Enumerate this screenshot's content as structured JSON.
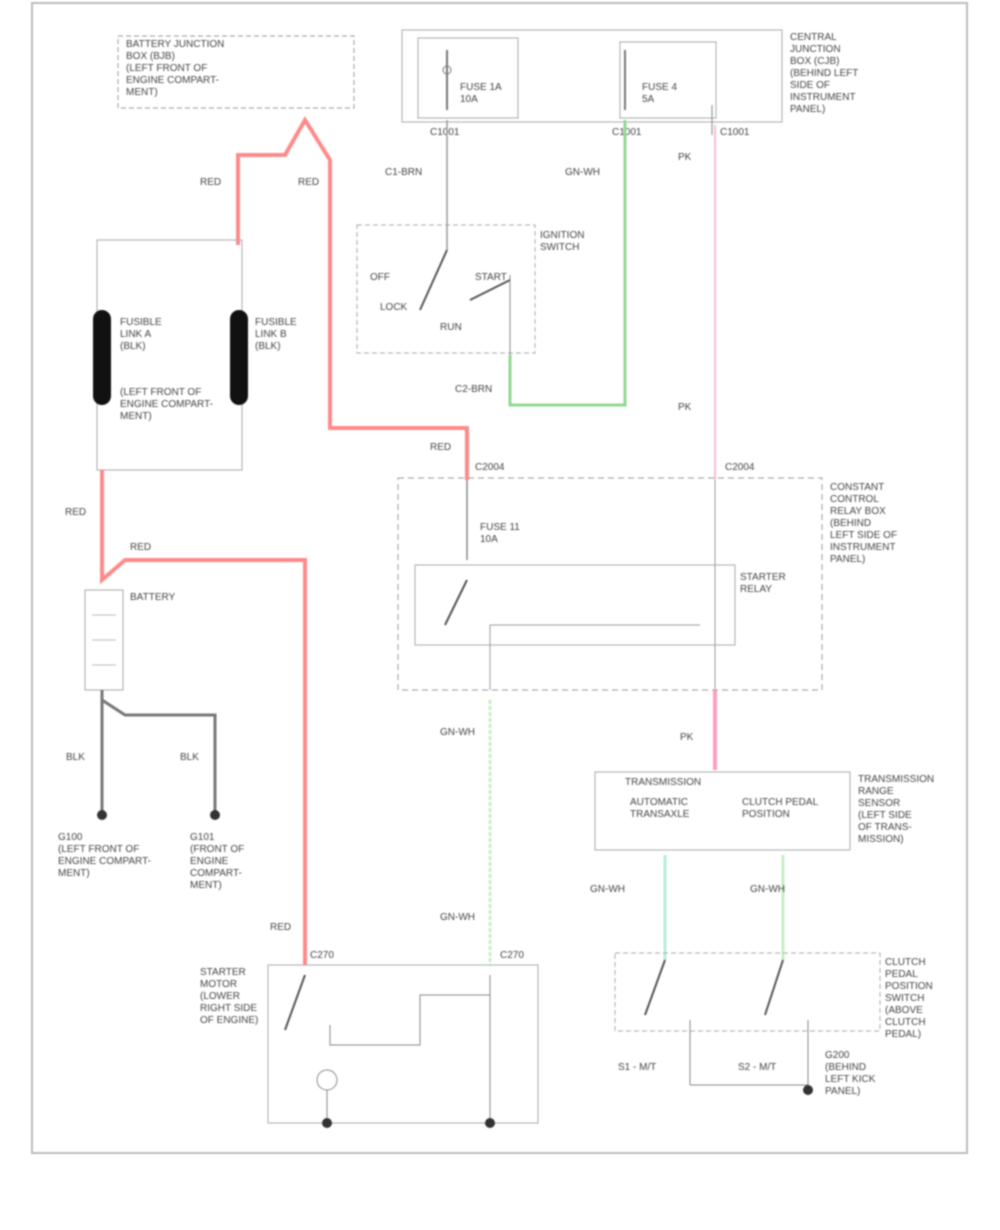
{
  "diagram": {
    "footer_code": "",
    "labels": {
      "battery_junction_box": [
        "BATTERY JUNCTION",
        "BOX (BJB)",
        "(LEFT FRONT OF",
        "ENGINE COMPART-",
        "MENT)"
      ],
      "instrument_panel_fuse": "",
      "fuse_a": "FUSE 1A",
      "fuse_a_amp": "10A",
      "fuse_b": "FUSE 4",
      "fuse_b_amp": "5A",
      "cjb_side": [
        "CENTRAL",
        "JUNCTION",
        "BOX (CJB)",
        "(BEHIND LEFT",
        "SIDE OF",
        "INSTRUMENT",
        "PANEL)"
      ],
      "c1 sig": "C1-BRN",
      "ignition_switch": [
        "IGNITION",
        "SWITCH"
      ],
      "switch_pos": [
        "OFF",
        "LOCK",
        "RUN",
        "START"
      ],
      "c2_sig": "C2-BRN",
      "wire_grn": "GN-WH",
      "wire_pk": "PK",
      "fusible_link_a": [
        "FUSIBLE",
        "LINK A",
        "(BLK)",
        "(LEFT FRONT OF",
        "ENGINE COMPART-",
        "MENT)"
      ],
      "fusible_link_b": [
        "FUSIBLE",
        "LINK B",
        "(BLK)"
      ],
      "battery": "BATTERY",
      "to_ground_a": [
        "G100",
        "(LEFT FRONT OF",
        "ENGINE COMPART-",
        "MENT)"
      ],
      "to_ground_b": [
        "G101",
        "(FRONT OF",
        "ENGINE",
        "COMPART-",
        "MENT)"
      ],
      "relay_box": [
        "CONSTANT",
        "CONTROL",
        "RELAY BOX",
        "(BEHIND",
        "LEFT SIDE OF",
        "INSTRUMENT",
        "PANEL)"
      ],
      "starter_relay": [
        "STARTER",
        "RELAY"
      ],
      "fuse_c": "FUSE 11",
      "fuse_c_amp": "10A",
      "starter_motor": [
        "STARTER",
        "MOTOR",
        "(LOWER",
        "RIGHT SIDE",
        "OF ENGINE)"
      ],
      "transmission_range": "TRANSMISSION",
      "trs_left": [
        "AUTOMATIC",
        "TRANSAXLE"
      ],
      "trs_right": [
        "CLUTCH PEDAL",
        "POSITION"
      ],
      "trs_side": [
        "TRANSMISSION",
        "RANGE",
        "SENSOR",
        "(LEFT SIDE",
        "OF TRANS-",
        "MISSION)"
      ],
      "clutch_switch": [
        "CLUTCH",
        "PEDAL",
        "POSITION",
        "SWITCH",
        "(ABOVE",
        "CLUTCH",
        "PEDAL)"
      ],
      "bottom_left": "S1 - M/T",
      "bottom_right": "S2 - M/T",
      "ground_note": [
        "G200",
        "(BEHIND",
        "LEFT KICK",
        "PANEL)"
      ],
      "red": "RED",
      "blk": "BLK",
      "c_a": "C1001",
      "c_b": "C2004",
      "c_c": "C270"
    }
  }
}
